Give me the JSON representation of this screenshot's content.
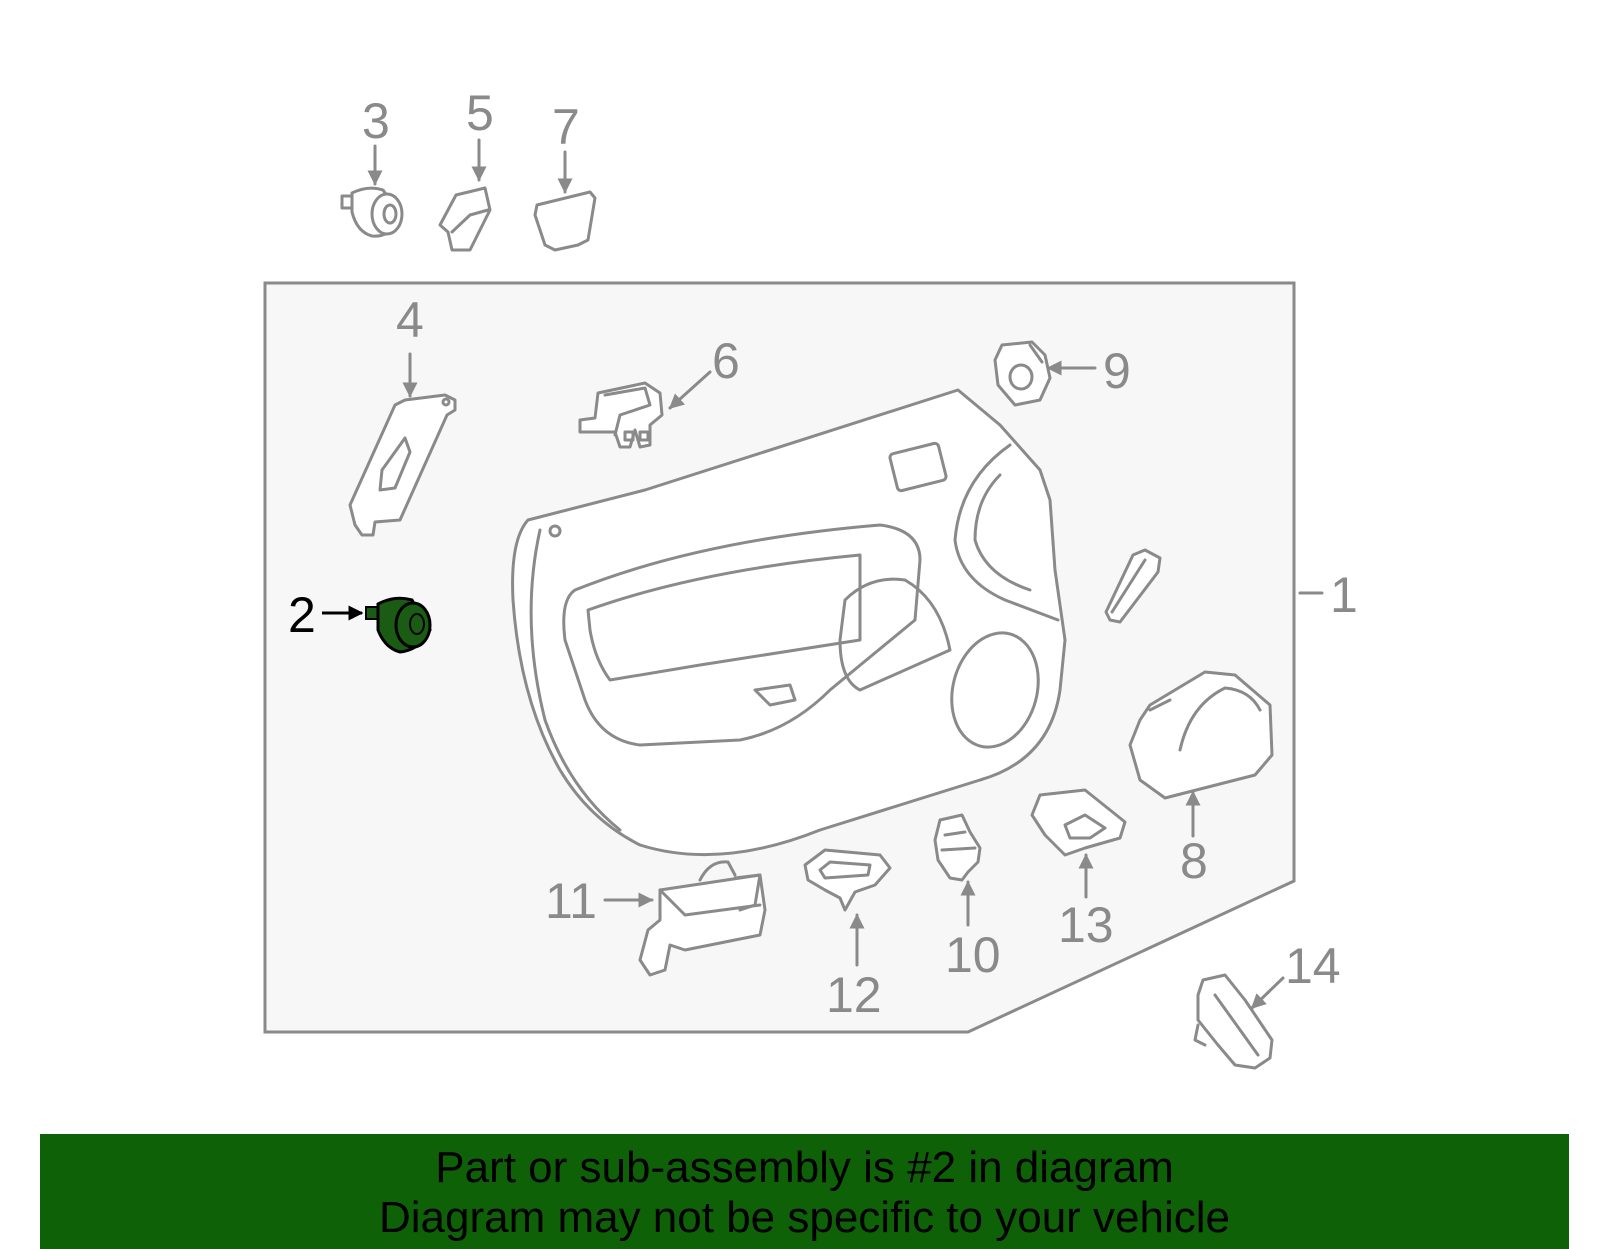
{
  "diagram": {
    "panel_fill": "#f7f7f7",
    "line_color": "#8a8a8a",
    "highlight_color": "#1a5c14",
    "highlighted_part": "2",
    "callouts": {
      "c1": "1",
      "c2": "2",
      "c3": "3",
      "c4": "4",
      "c5": "5",
      "c6": "6",
      "c7": "7",
      "c8": "8",
      "c9": "9",
      "c10": "10",
      "c11": "11",
      "c12": "12",
      "c13": "13",
      "c14": "14"
    }
  },
  "banner": {
    "background": "#0f6108",
    "line1": "Part or sub-assembly is #2 in diagram",
    "line2": "Diagram may not be specific to your vehicle"
  }
}
